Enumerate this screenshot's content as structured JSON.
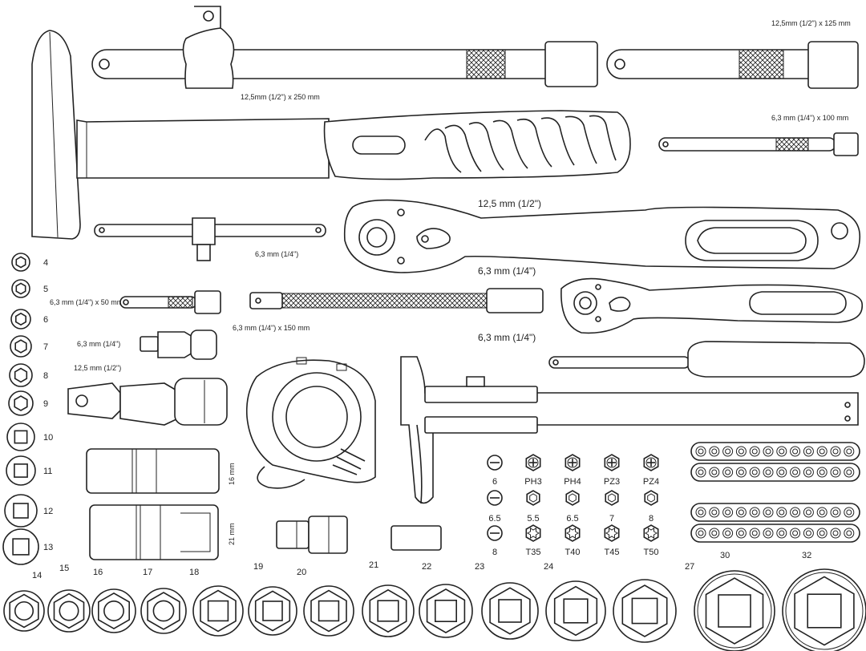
{
  "labels": {
    "breaker_bar": "12,5mm (1/2\") x 250 mm",
    "ext_125": "12,5mm (1/2\") x 125 mm",
    "ext_100": "6,3 mm (1/4\") x 100 mm",
    "ratchet_half": "12,5 mm (1/2\")",
    "ratchet_quarter_1": "6,3 mm (1/4\")",
    "ratchet_quarter_2": "6,3 mm (1/4\")",
    "tbar_small": "6,3 mm (1/4\")",
    "ext_50": "6,3 mm (1/4\") x 50 mm",
    "flex_ext": "6,3 mm (1/4\") x 150 mm",
    "ujoint_small": "6,3 mm (1/4\")",
    "ujoint_large": "12,5 mm (1/2\")",
    "spark_16": "16 mm",
    "spark_21": "21 mm"
  },
  "small_sockets": [
    "4",
    "5",
    "6",
    "7",
    "8",
    "9",
    "10",
    "11",
    "12",
    "13"
  ],
  "big_sockets": [
    "14",
    "15",
    "16",
    "17",
    "18",
    "19",
    "20",
    "21",
    "22",
    "23",
    "24",
    "27",
    "30",
    "32"
  ],
  "bits_row1": [
    "6",
    "PH3",
    "PH4",
    "PZ3",
    "PZ4"
  ],
  "bits_row2": [
    "6.5",
    "5.5",
    "6.5",
    "7",
    "8"
  ],
  "bits_row3": [
    "8",
    "T35",
    "T40",
    "T45",
    "T50"
  ]
}
